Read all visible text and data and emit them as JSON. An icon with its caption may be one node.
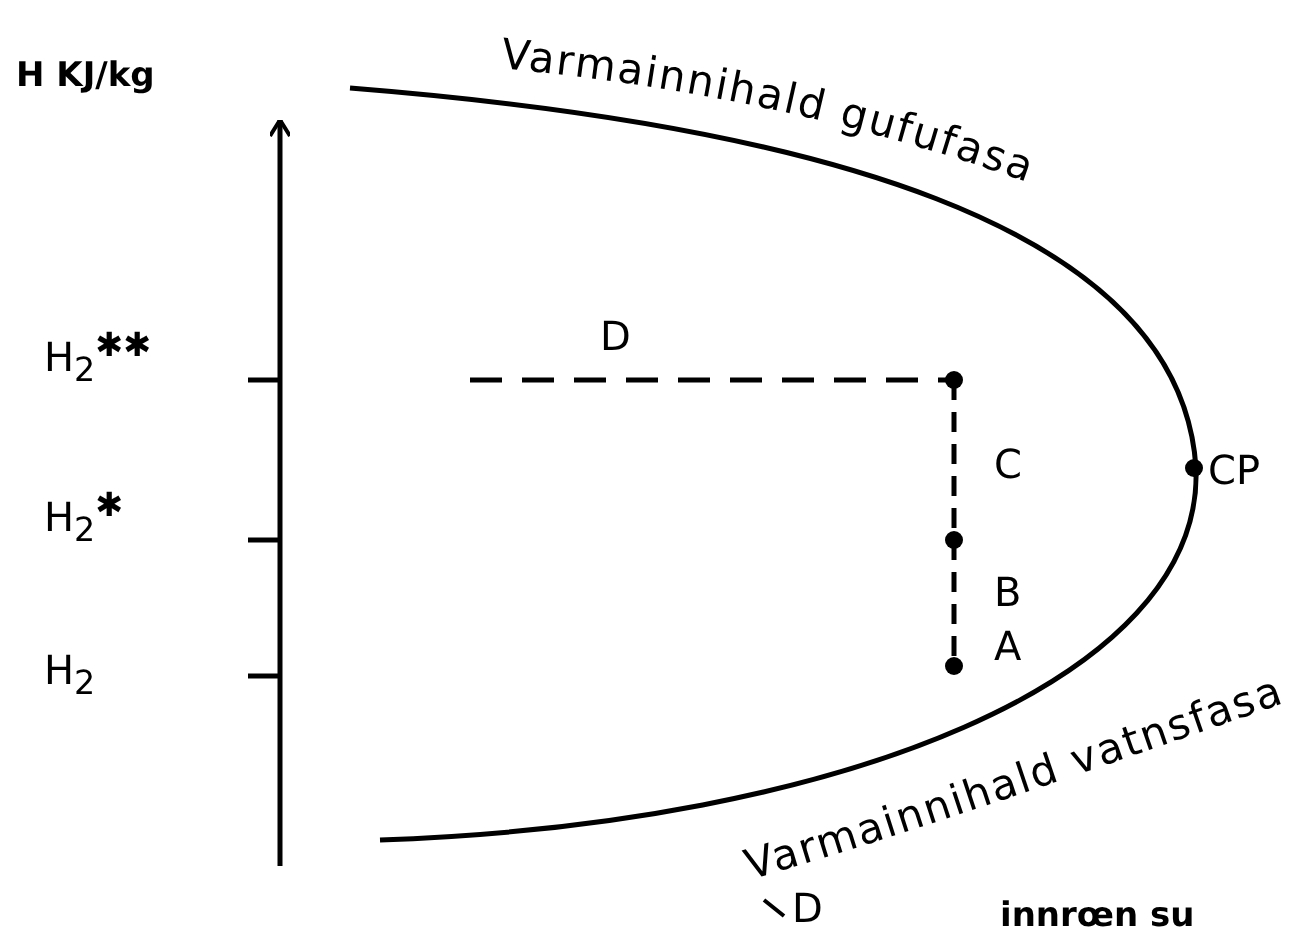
{
  "diagram": {
    "labels": [
      "H KJ/kg",
      "Varmainnihald gufufasa",
      "H$_{2}$$^{✱✱}$",
      "D",
      "C",
      "CP",
      "H$_{2}$$^{✱}$",
      "B",
      "A",
      "H$_{2}$",
      "Varmainnihald vatnsfasa",
      "D",
      "innrœn su"
    ]
  }
}
